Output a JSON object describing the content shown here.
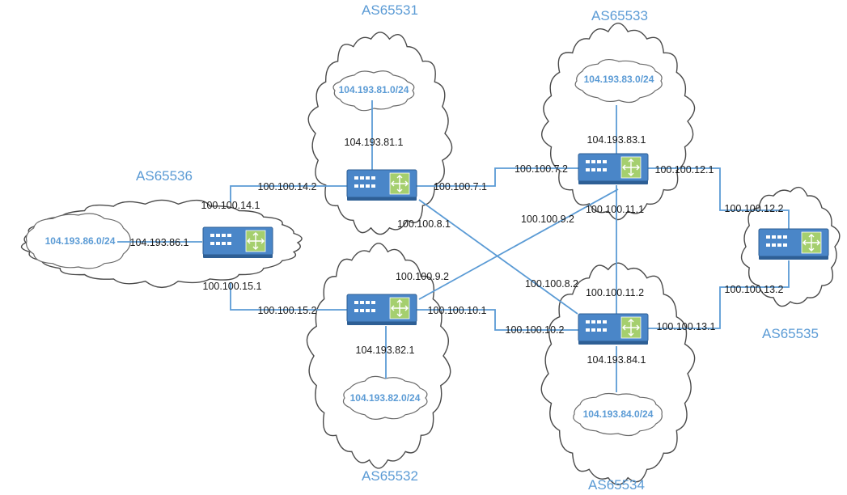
{
  "autonomous_systems": [
    {
      "id": "as65531",
      "label": "AS65531"
    },
    {
      "id": "as65532",
      "label": "AS65532"
    },
    {
      "id": "as65533",
      "label": "AS65533"
    },
    {
      "id": "as65534",
      "label": "AS65534"
    },
    {
      "id": "as65535",
      "label": "AS65535"
    },
    {
      "id": "as65536",
      "label": "AS65536"
    }
  ],
  "networks": [
    {
      "id": "net81",
      "label": "104.193.81.0/24",
      "gateway": "104.193.81.1"
    },
    {
      "id": "net82",
      "label": "104.193.82.0/24",
      "gateway": "104.193.82.1"
    },
    {
      "id": "net83",
      "label": "104.193.83.0/24",
      "gateway": "104.193.83.1"
    },
    {
      "id": "net84",
      "label": "104.193.84.0/24",
      "gateway": "104.193.84.1"
    },
    {
      "id": "net86",
      "label": "104.193.86.0/24",
      "gateway": "104.193.86.1"
    }
  ],
  "links": [
    {
      "id": "l7",
      "a": "100.100.7.1",
      "b": "100.100.7.2"
    },
    {
      "id": "l8",
      "a": "100.100.8.1",
      "b": "100.100.8.2"
    },
    {
      "id": "l9",
      "a": "100.100.9.2",
      "b": "100.100.9.2"
    },
    {
      "id": "l10",
      "a": "100.100.10.1",
      "b": "100.100.10.2"
    },
    {
      "id": "l11",
      "a": "100.100.11.1",
      "b": "100.100.11.2"
    },
    {
      "id": "l12",
      "a": "100.100.12.1",
      "b": "100.100.12.2"
    },
    {
      "id": "l13",
      "a": "100.100.13.1",
      "b": "100.100.13.2"
    },
    {
      "id": "l14",
      "a": "100.100.14.1",
      "b": "100.100.14.2"
    },
    {
      "id": "l15",
      "a": "100.100.15.1",
      "b": "100.100.15.2"
    }
  ],
  "colors": {
    "link": "#5b9bd5",
    "router_body": "#4a86c8",
    "router_switch": "#a5cf6e",
    "as_label": "#5b9bd5"
  },
  "icons": {
    "router": "router-icon",
    "cloud": "cloud-shape"
  }
}
